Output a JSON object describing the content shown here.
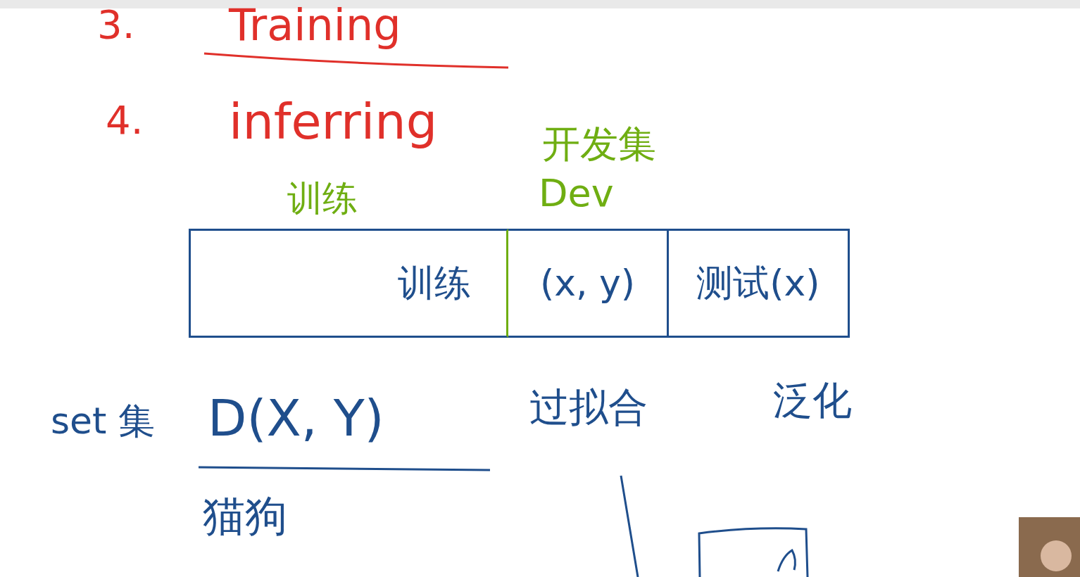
{
  "diagram": {
    "nodes": [
      {
        "text": [
          "训练"
        ]
      },
      {
        "text": [
          "(x, y)"
        ]
      },
      {
        "text": [
          "测试(x)"
        ]
      }
    ],
    "labels": [
      "3.",
      "Training",
      "4.",
      "inferring",
      "开发集",
      "Dev",
      "训练",
      "set 集",
      "D(X, Y)",
      "过拟合",
      "泛化",
      "猫狗"
    ]
  }
}
